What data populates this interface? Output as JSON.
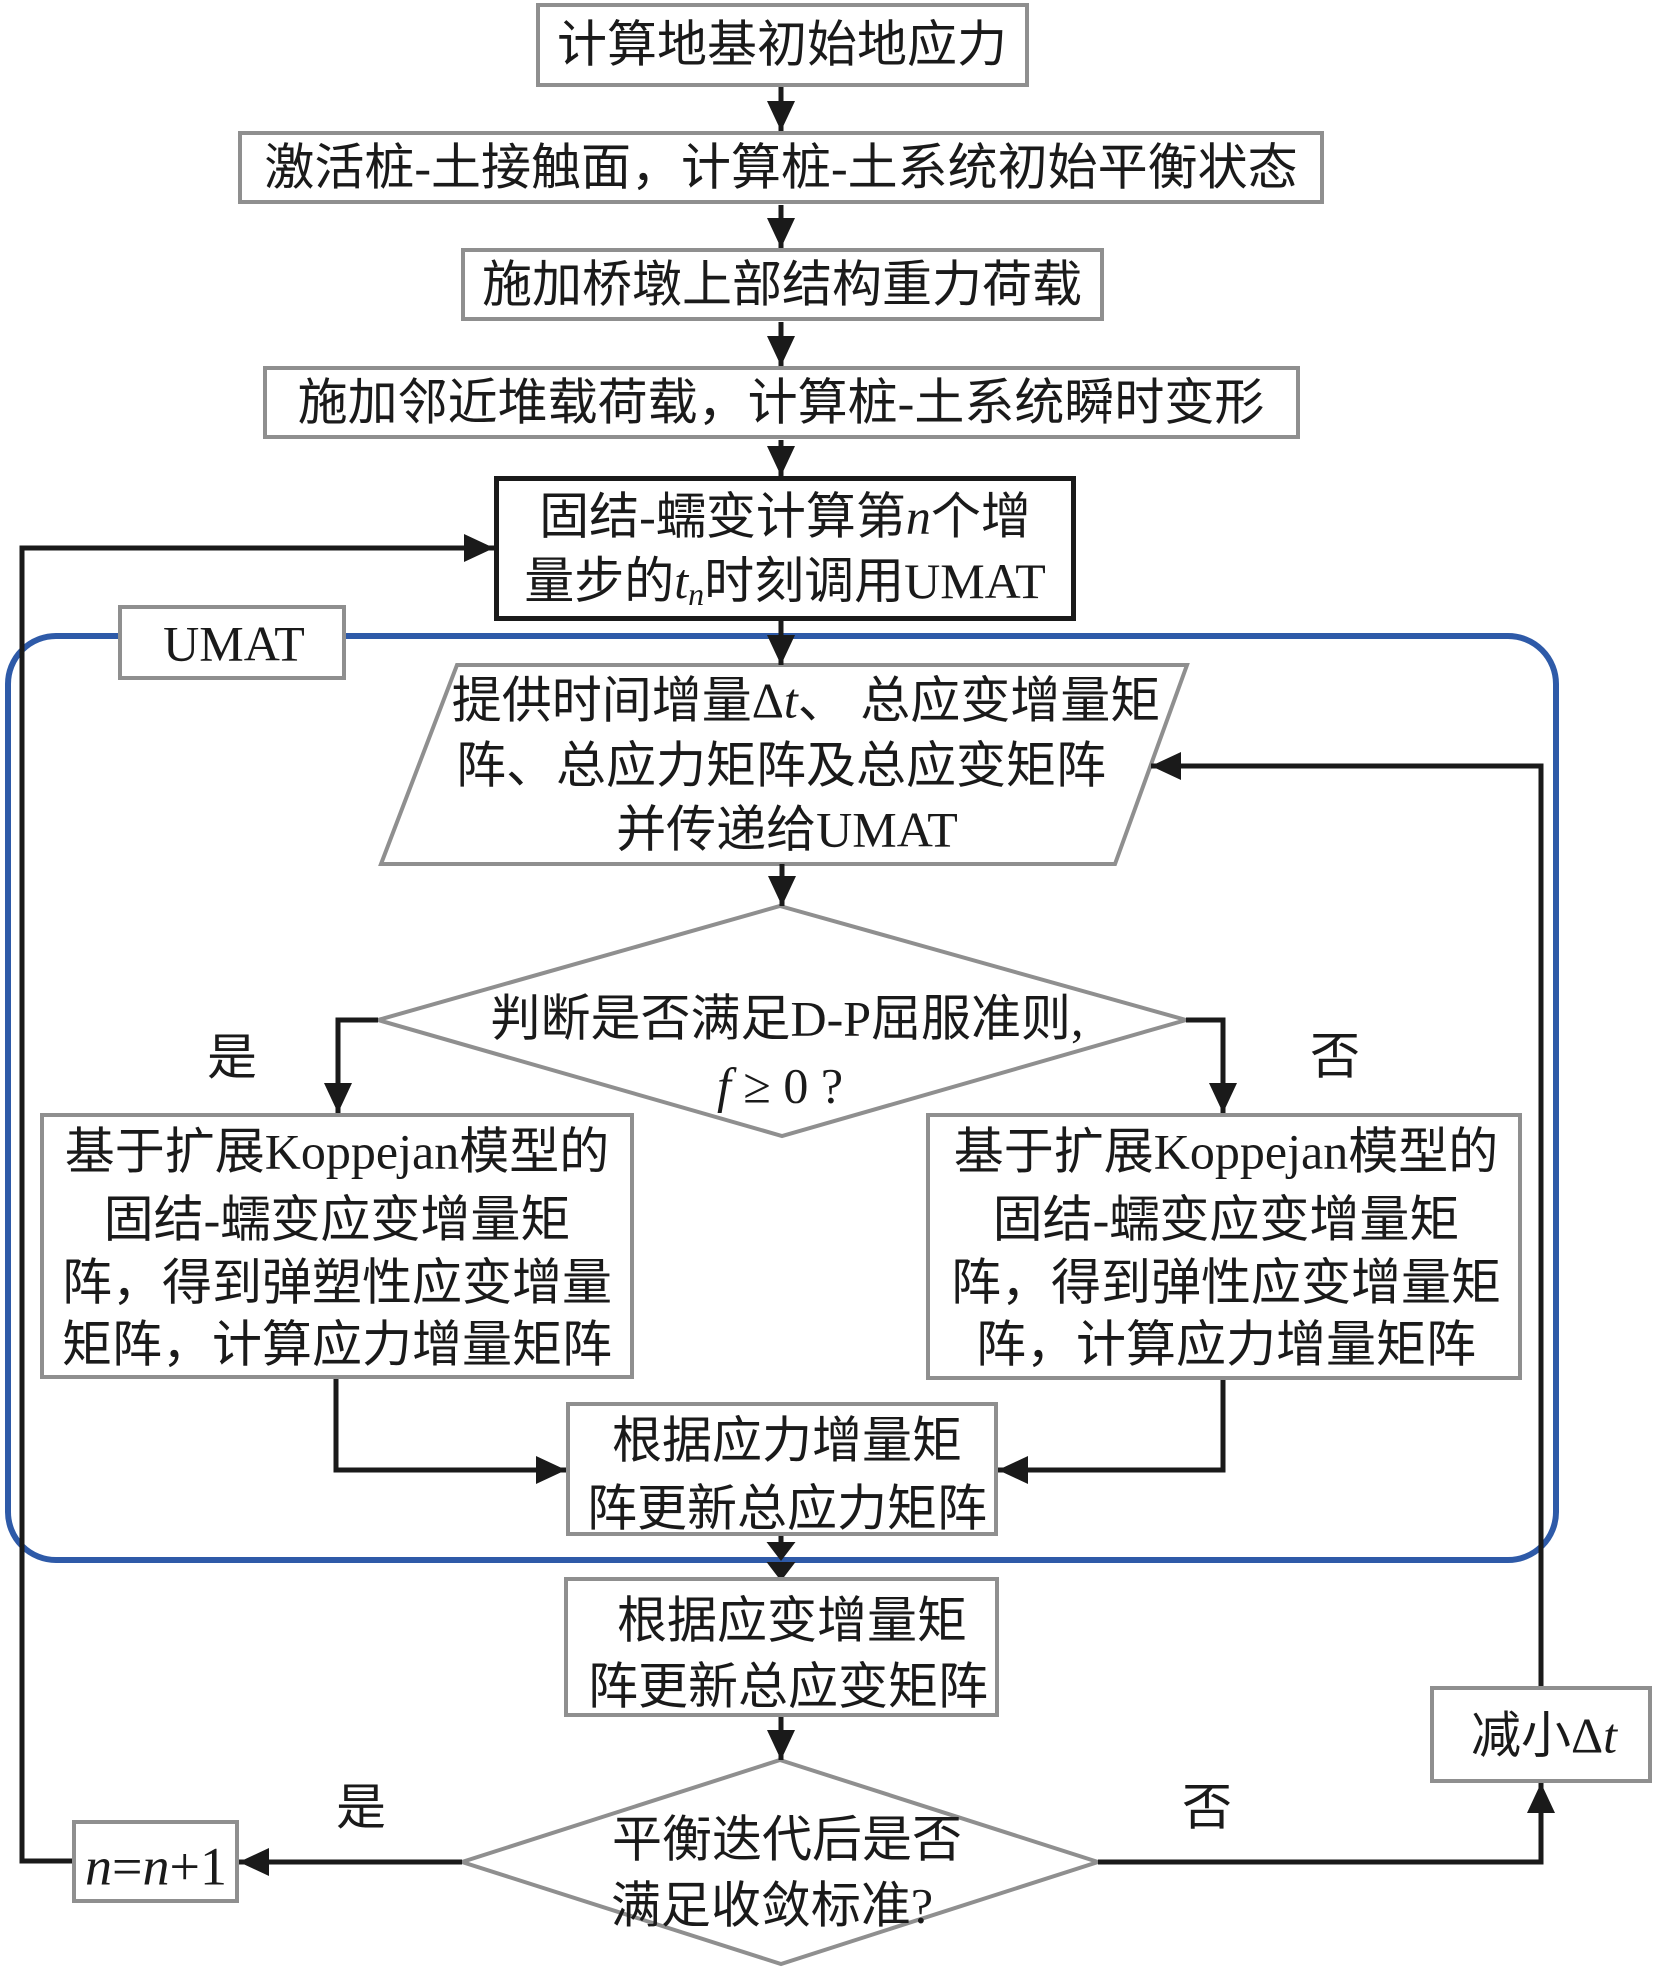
{
  "figure": {
    "type": "flowchart",
    "language": "zh-CN",
    "description": "UMAT consolidation-creep finite element computation flowchart"
  },
  "colors": {
    "ink": "#1a1a1a",
    "node_border_gray": "#8f8f8f",
    "umat_region_blue": "#2e5aa8",
    "background": "#ffffff"
  },
  "nodes": {
    "init_stress": {
      "text": "计算地基初始地应力"
    },
    "activate_interface": {
      "text": "激活桩-土接触面，计算桩-土系统初始平衡状态"
    },
    "apply_pier_load": {
      "text": "施加桥墩上部结构重力荷载"
    },
    "apply_surcharge": {
      "text": "施加邻近堆载荷载，计算桩-土系统瞬时变形"
    },
    "call_umat": {
      "line1_pre": "固结-蠕变计算第",
      "line1_it": "n",
      "line1_post": "个增",
      "line2_pre": "量步的",
      "line2_it": "t",
      "line2_sub": "n",
      "line2_post": "时刻调用UMAT"
    },
    "umat_region_label": {
      "text": "UMAT"
    },
    "provide_increments": {
      "line1_pre": "提供时间增量Δ",
      "line1_it": "t",
      "line1_post": "、 总应变增量矩",
      "line2": "阵、总应力矩阵及总应变矩阵",
      "line3": "并传递给UMAT"
    },
    "dp_yield_check": {
      "line1": "判断是否满足D-P屈服准则,",
      "line2_it": "f",
      "line2_post": " ≥ 0 ?"
    },
    "elastoplastic_branch": {
      "lines": [
        "基于扩展Koppejan模型的",
        "固结-蠕变应变增量矩",
        "阵，得到弹塑性应变增量",
        "矩阵，计算应力增量矩阵"
      ]
    },
    "elastic_branch": {
      "lines": [
        "基于扩展Koppejan模型的",
        "固结-蠕变应变增量矩",
        "阵，得到弹性应变增量矩",
        "阵，计算应力增量矩阵"
      ]
    },
    "update_total_stress": {
      "lines": [
        "根据应力增量矩",
        "阵更新总应力矩阵"
      ]
    },
    "update_total_strain": {
      "lines": [
        "根据应变增量矩",
        "阵更新总应变矩阵"
      ]
    },
    "convergence_check": {
      "lines": [
        "平衡迭代后是否",
        "满足收敛标准?"
      ]
    },
    "next_increment": {
      "it1": "n",
      "eq": "=",
      "it2": "n",
      "post": "+1"
    },
    "reduce_dt": {
      "pre": "减小Δ",
      "it": "t"
    }
  },
  "edge_labels": {
    "dp_yes": "是",
    "dp_no": "否",
    "conv_yes": "是",
    "conv_no": "否"
  }
}
